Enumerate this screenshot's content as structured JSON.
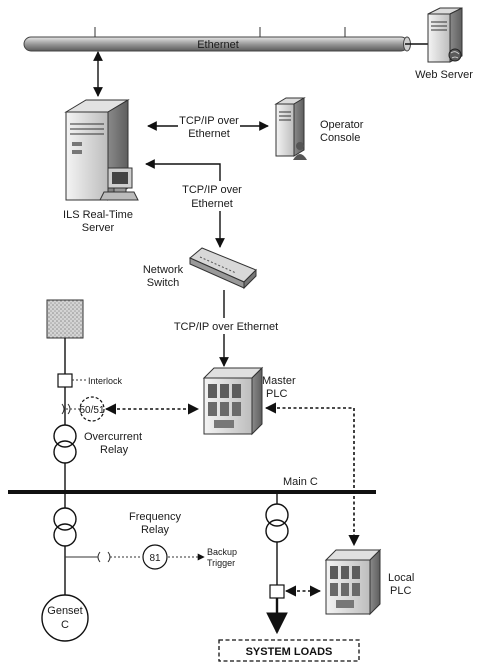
{
  "ethernet_label": "Ethernet",
  "web_server_label": "Web Server",
  "ils_server_label": [
    "ILS Real-Time",
    "Server"
  ],
  "operator_console_label": [
    "Operator",
    "Console"
  ],
  "link_ils_operator": [
    "TCP/IP over",
    "Ethernet"
  ],
  "link_ils_switch": [
    "TCP/IP over",
    "Ethernet"
  ],
  "network_switch_label": [
    "Network",
    "Switch"
  ],
  "link_switch_master": "TCP/IP over Ethernet",
  "master_plc_label": [
    "Master",
    "PLC"
  ],
  "interlock_label": "Interlock",
  "relay_50_51_label": "50/51",
  "overcurrent_relay_label": [
    "Overcurrent",
    "Relay"
  ],
  "main_bus_label": "Main C",
  "frequency_relay_label": [
    "Frequency",
    "Relay"
  ],
  "relay_81_label": "81",
  "backup_trigger_label": [
    "Backup",
    "Trigger"
  ],
  "genset_label": [
    "Genset",
    "C"
  ],
  "local_plc_label": [
    "Local",
    "PLC"
  ],
  "system_loads_label": "SYSTEM LOADS"
}
